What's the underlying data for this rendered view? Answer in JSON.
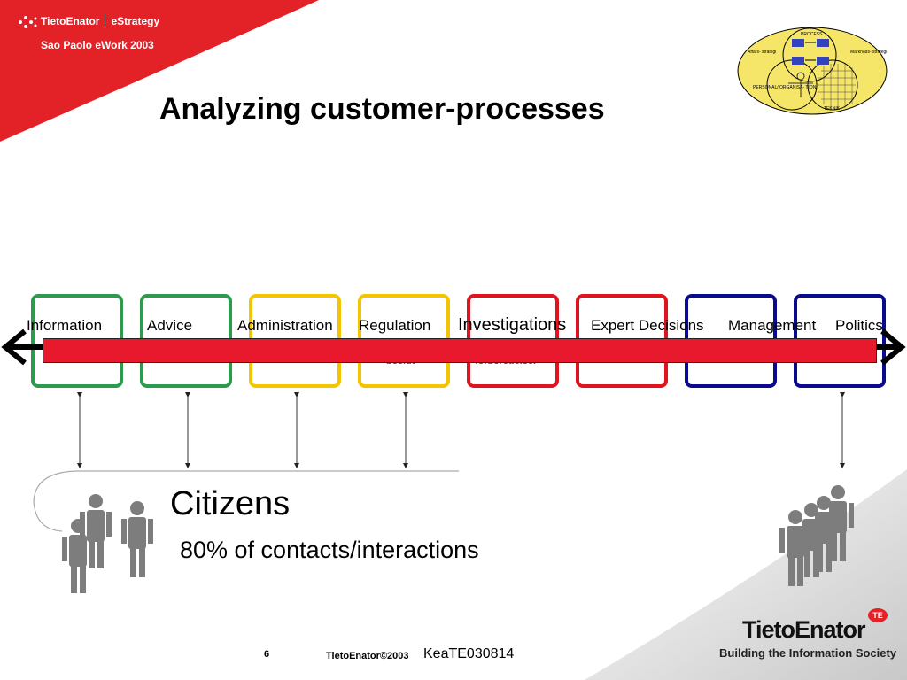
{
  "header": {
    "brand": "TietoEnator",
    "product": "eStrategy",
    "event": "Sao Paolo eWork 2003"
  },
  "title": "Analyzing customer-processes",
  "diagram_thumb": {
    "process": "PROCESS",
    "affars": "Affärs-\nstrategi",
    "marknads": "Marknads-\nstrategi",
    "personal": "PERSONAL/\nORGANISA-\nTION",
    "teknik": "TEKNIK"
  },
  "stages": [
    {
      "label": "Information",
      "color": "#2e9a4e"
    },
    {
      "label": "Advice",
      "color": "#2e9a4e"
    },
    {
      "label": "Administration",
      "color": "#f2c500"
    },
    {
      "label": "Regulation",
      "color": "#f2c500"
    },
    {
      "label": "Investigations",
      "color": "#e0141e"
    },
    {
      "label": "Expert Decisions",
      "color": "#e0141e"
    },
    {
      "label": "Management",
      "color": "#0a0a8c"
    },
    {
      "label": "Politics",
      "color": "#0a0a8c"
    }
  ],
  "hidden_fragments": [
    "beslut",
    "förberedelser"
  ],
  "citizens": {
    "heading": "Citizens",
    "subtext": "80% of contacts/interactions"
  },
  "footer": {
    "page": "6",
    "copyright": "TietoEnator©2003",
    "code": "KeaTE030814"
  },
  "logo": {
    "name": "TietoEnator",
    "badge": "TE",
    "tagline": "Building the Information Society"
  },
  "colors": {
    "brand_red": "#e32228",
    "band_red": "#e8192c",
    "thumb_yellow": "#f5e66a"
  }
}
